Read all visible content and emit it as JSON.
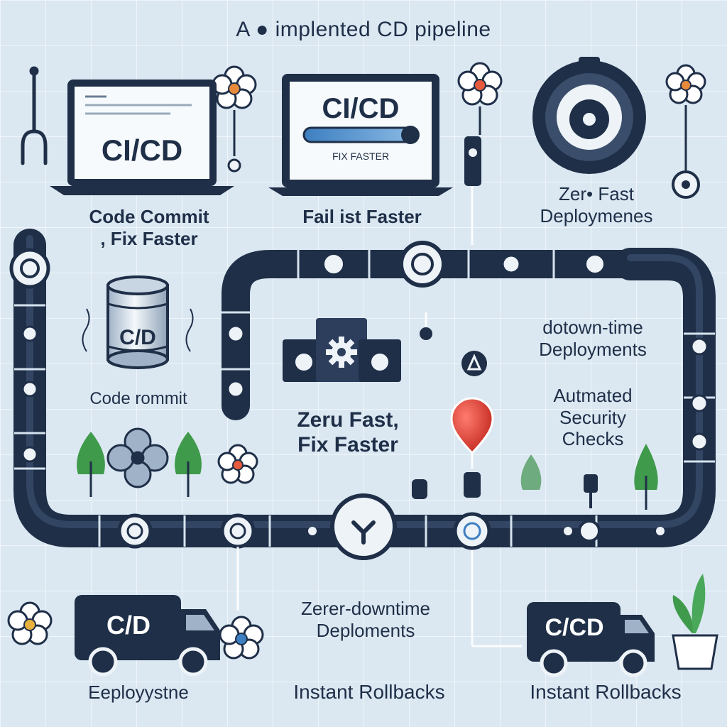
{
  "title": "A ● implented CD pipeline",
  "screens": {
    "left_label": "CI/CD",
    "center_label": "CI/CD",
    "center_caption": "FIX FASTER"
  },
  "barrel_label": "C/D",
  "trucks": {
    "left_label": "C/D",
    "right_label": "C/CD"
  },
  "captions": {
    "code_commit_fix_line1": "Code Commit",
    "code_commit_fix_line2": ", Fix Faster",
    "fail_fast_faster": "Fail ist Faster",
    "zero_fast_line1": "Zer•     Fast",
    "zero_fast_line2": "Deploymenes",
    "code_commit": "Code rommit",
    "dotown_line1": "dotown-time",
    "dotown_line2": "Deployments",
    "automated_line1": "Autmated",
    "automated_line2": "Security",
    "automated_line3": "Checks",
    "zeru_line1": "Zeru Fast,",
    "zeru_line2": "Fix Faster",
    "zerer_line1": "Zerer-downtime",
    "zerer_line2": "Deploments",
    "eeploy": "Eeployystne",
    "rollbacks_center": "Instant Rollbacks",
    "rollbacks_right": "Instant Rollbacks"
  },
  "icons": [
    "wrench-icon",
    "flower-icon",
    "laptop-icon",
    "camera-icon",
    "database-icon",
    "gear-icon",
    "pin-icon",
    "tree-icon",
    "truck-icon",
    "plant-icon"
  ],
  "colors": {
    "background": "#dbe8f2",
    "pipe": "#1f2f48",
    "text": "#1f2f48",
    "accent_blue": "#3d7fc1",
    "pin_red": "#e03a2f",
    "leaf_green": "#3f9a4b"
  }
}
